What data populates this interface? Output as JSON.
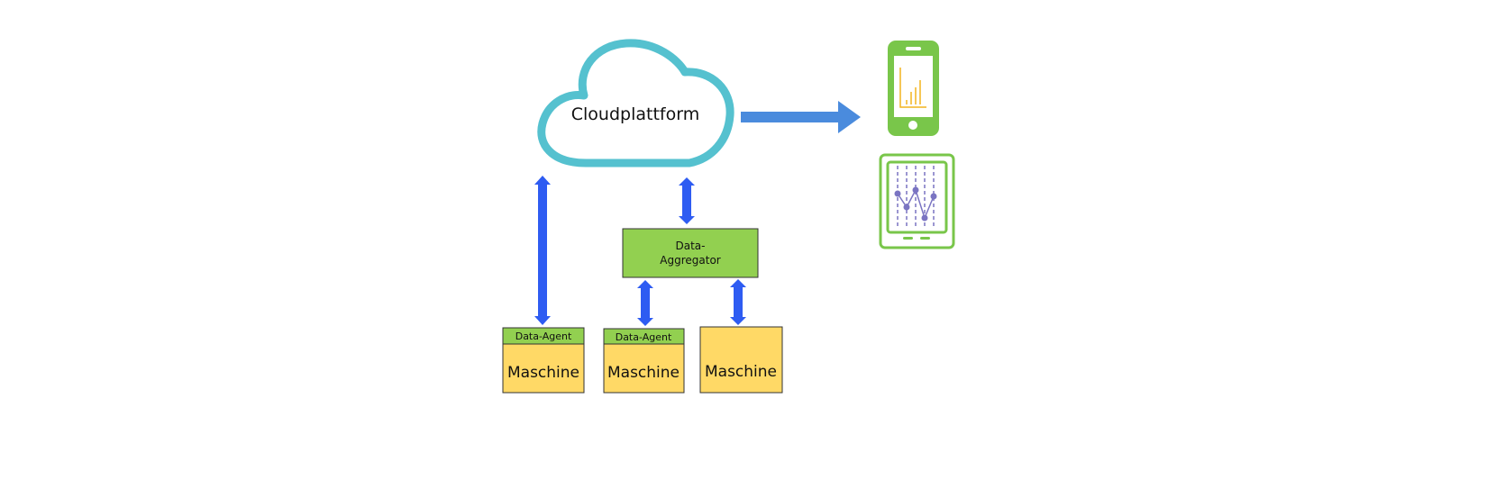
{
  "diagram": {
    "cloud": {
      "label": "Cloudplattform"
    },
    "aggregator": {
      "label_line1": "Data-",
      "label_line2": "Aggregator"
    },
    "machines": [
      {
        "agent_label": "Data-Agent",
        "label": "Maschine"
      },
      {
        "agent_label": "Data-Agent",
        "label": "Maschine"
      },
      {
        "label": "Maschine"
      }
    ],
    "devices": [
      {
        "icon": "smartphone-chart-icon"
      },
      {
        "icon": "tablet-chart-icon"
      }
    ]
  },
  "colors": {
    "cloud_stroke": "#55C1CF",
    "arrow_blue": "#2E5CF2",
    "arrow_right": "#4A8BDD",
    "aggregator_fill": "#92D050",
    "agent_fill": "#92D050",
    "machine_fill": "#FFD966",
    "device_green": "#79C64A",
    "phone_bars": "#F2B41E",
    "tablet_chart": "#7A74C2"
  }
}
